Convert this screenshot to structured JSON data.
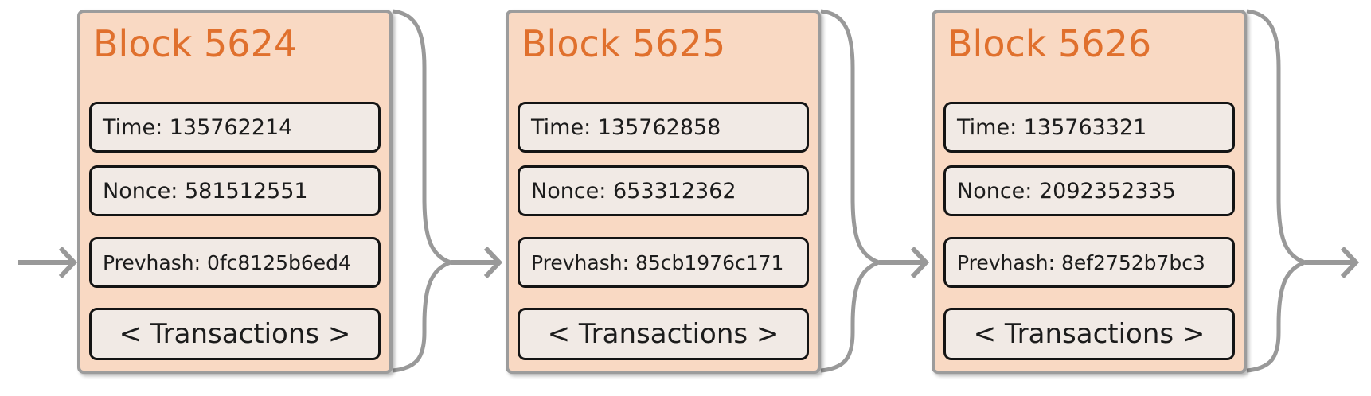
{
  "colors": {
    "accent": "#e0702d",
    "block-fill": "#f9d9c3",
    "block-border": "#9c9c9c",
    "field-fill": "#f1eae5",
    "field-border": "#141414",
    "connector": "#999999",
    "background": "#ffffff",
    "text": "#1c1c1c"
  },
  "diagram_type": "blockchain-chain",
  "blocks": [
    {
      "title": "Block 5624",
      "time": "Time: 135762214",
      "nonce": "Nonce: 581512551",
      "prevhash": "Prevhash: 0fc8125b6ed4",
      "transactions": "< Transactions >"
    },
    {
      "title": "Block 5625",
      "time": "Time: 135762858",
      "nonce": "Nonce: 653312362",
      "prevhash": "Prevhash: 85cb1976c171",
      "transactions": "< Transactions >"
    },
    {
      "title": "Block 5626",
      "time": "Time: 135763321",
      "nonce": "Nonce: 2092352335",
      "prevhash": "Prevhash: 8ef2752b7bc3",
      "transactions": "< Transactions >"
    }
  ]
}
